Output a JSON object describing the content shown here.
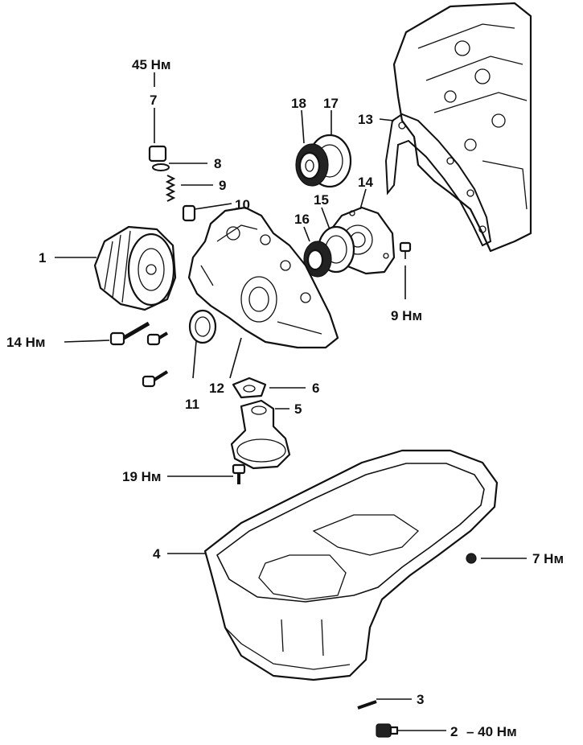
{
  "labels": {
    "p1": "1",
    "p2": "2",
    "p3": "3",
    "p4": "4",
    "p5": "5",
    "p6": "6",
    "p7": "7",
    "p8": "8",
    "p9": "9",
    "p10": "10",
    "p11": "11",
    "p12": "12",
    "p13": "13",
    "p14": "14",
    "p15": "15",
    "p16": "16",
    "p17": "17",
    "p18": "18"
  },
  "torques": {
    "t45": "45 Нм",
    "t14": "14 Нм",
    "t9": "9 Нм",
    "t19": "19 Нм",
    "t7": "7 Нм",
    "t2": "– 40 Нм"
  }
}
